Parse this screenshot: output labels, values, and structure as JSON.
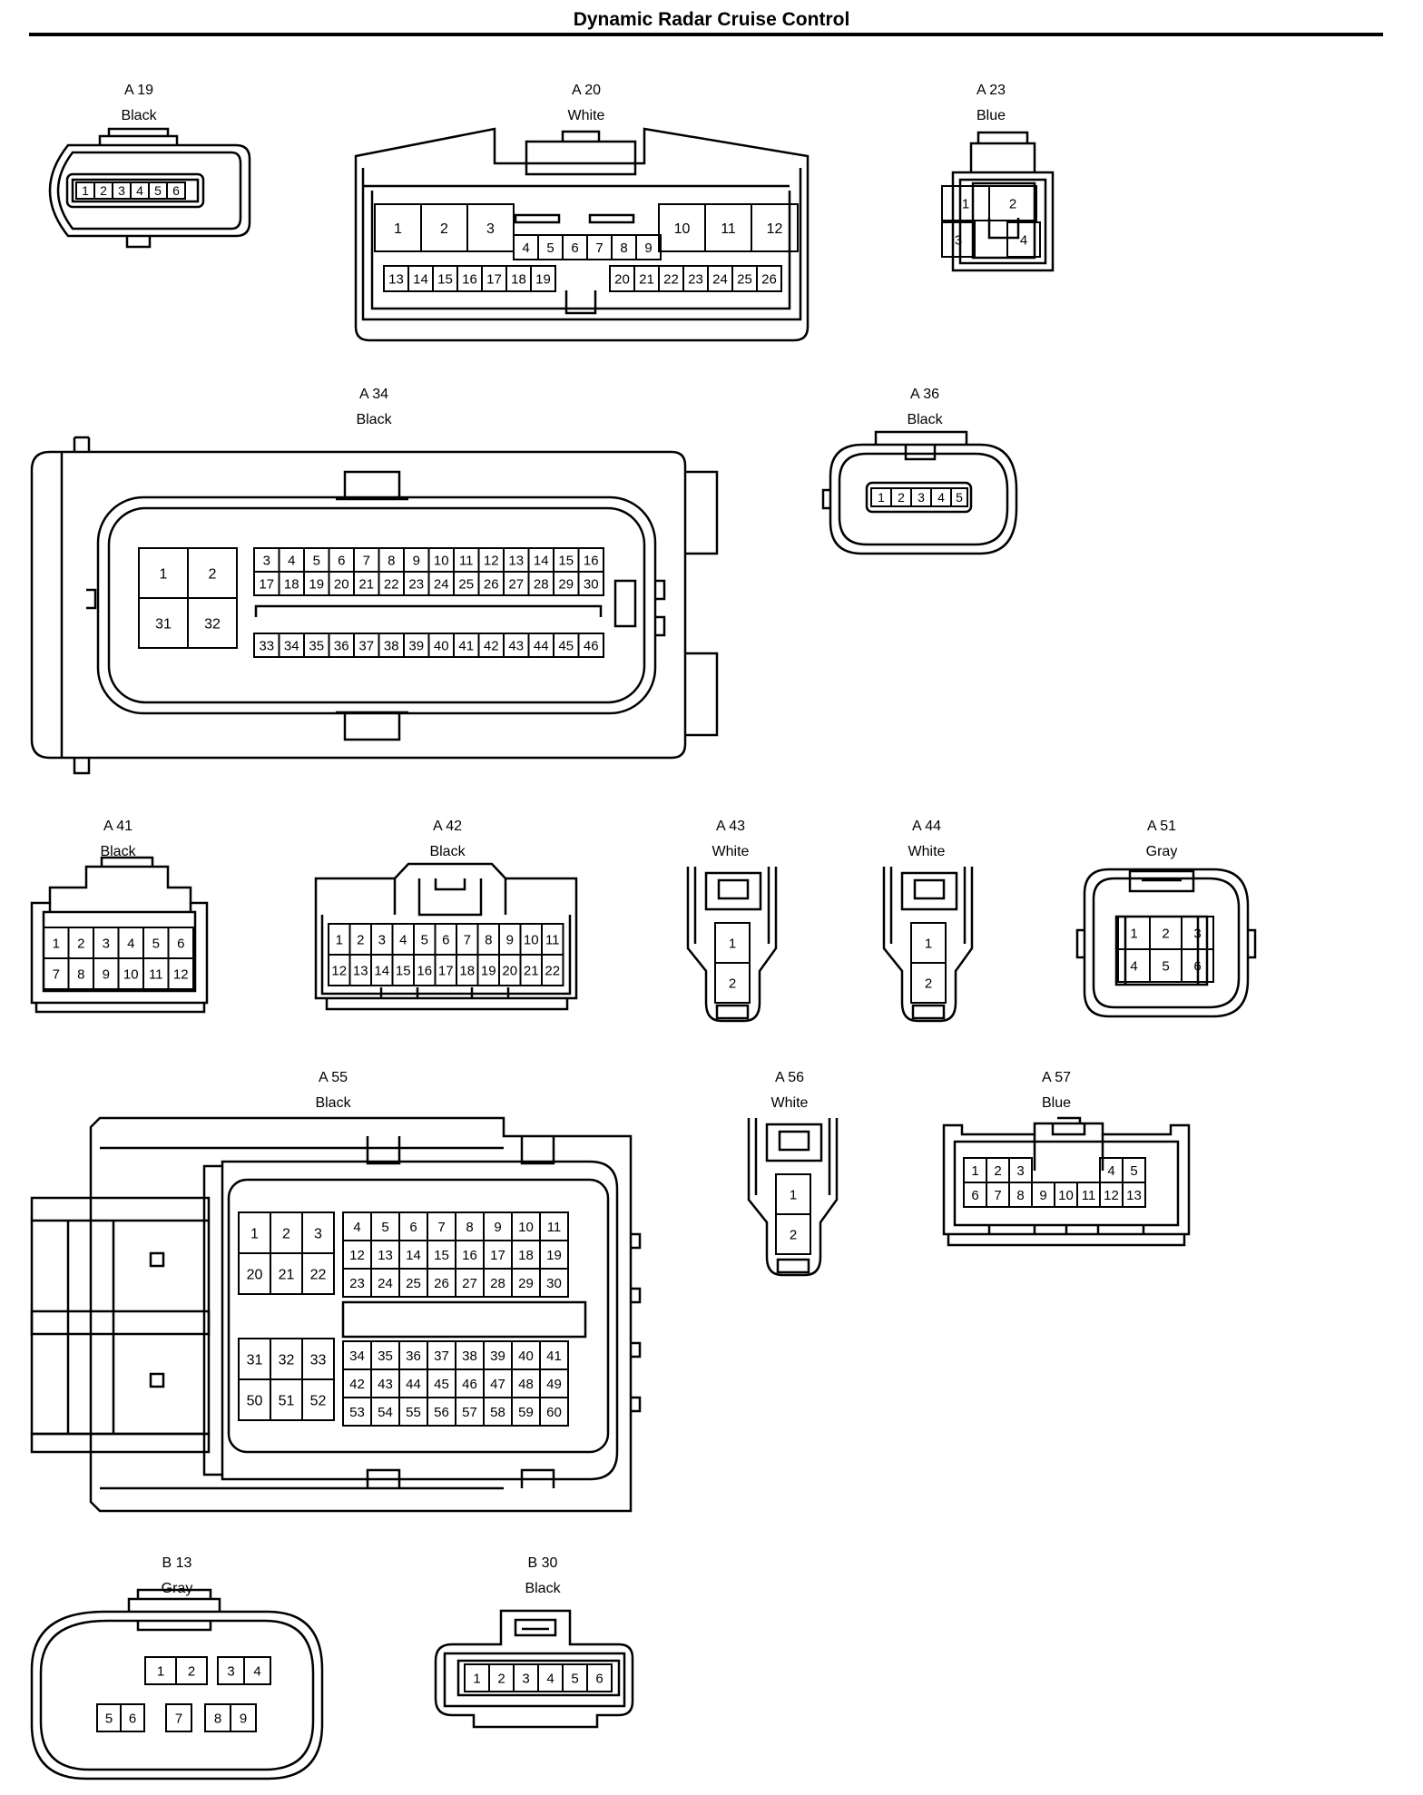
{
  "title": "Dynamic Radar Cruise Control",
  "connectors": [
    {
      "id": "A 19",
      "color": "Black"
    },
    {
      "id": "A 20",
      "color": "White"
    },
    {
      "id": "A 23",
      "color": "Blue"
    },
    {
      "id": "A 34",
      "color": "Black"
    },
    {
      "id": "A 36",
      "color": "Black"
    },
    {
      "id": "A 41",
      "color": "Black"
    },
    {
      "id": "A 42",
      "color": "Black"
    },
    {
      "id": "A 43",
      "color": "White"
    },
    {
      "id": "A 44",
      "color": "White"
    },
    {
      "id": "A 51",
      "color": "Gray"
    },
    {
      "id": "A 55",
      "color": "Black"
    },
    {
      "id": "A 56",
      "color": "White"
    },
    {
      "id": "A 57",
      "color": "Blue"
    },
    {
      "id": "B 13",
      "color": "Gray"
    },
    {
      "id": "B 30",
      "color": "Black"
    }
  ]
}
